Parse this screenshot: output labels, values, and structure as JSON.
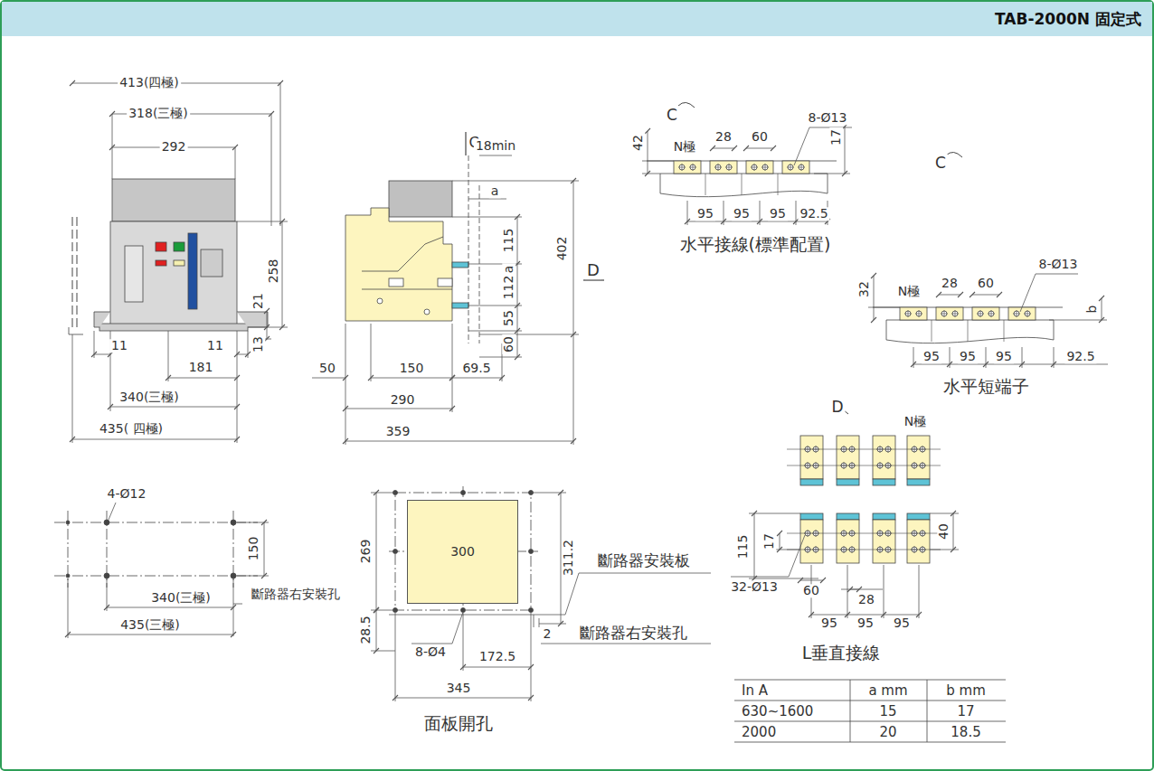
{
  "diagram": {
    "title": "TAB-2000N 固定式",
    "nodes": [
      {
        "text": [
          "300"
        ]
      }
    ],
    "labels": [
      "413(四極)",
      "318(三極)",
      "292",
      "258",
      "21",
      "13",
      "11",
      "11",
      "181",
      "340(三極)",
      "435( 四極)",
      "C",
      "18min",
      "a",
      "115",
      "a",
      "112",
      "55",
      "60",
      "402",
      "D",
      "50",
      "150",
      "69.5",
      "290",
      "359",
      "C",
      "42",
      "N極",
      "28",
      "60",
      "8-Ø13",
      "17",
      "95",
      "95",
      "95",
      "92.5",
      "水平接線(標準配置)",
      "C",
      "32",
      "N極",
      "28",
      "60",
      "8-Ø13",
      "b",
      "95",
      "95",
      "95",
      "92.5",
      "水平短端子",
      "D",
      "N極",
      "115",
      "17",
      "40",
      "32-Ø13",
      "60",
      "28",
      "95",
      "95",
      "95",
      "L垂直接線",
      "In A",
      "a mm",
      "b mm",
      "630~1600",
      "15",
      "17",
      "2000",
      "20",
      "18.5",
      "4-Ø12",
      "150",
      "340(三極)",
      "斷路器右安裝孔",
      "435(三極)",
      "269",
      "311.2",
      "斷路器安裝板",
      "2",
      "斷路器右安裝孔",
      "28.5",
      "8-Ø4",
      "172.5",
      "345",
      "面板開孔"
    ]
  }
}
